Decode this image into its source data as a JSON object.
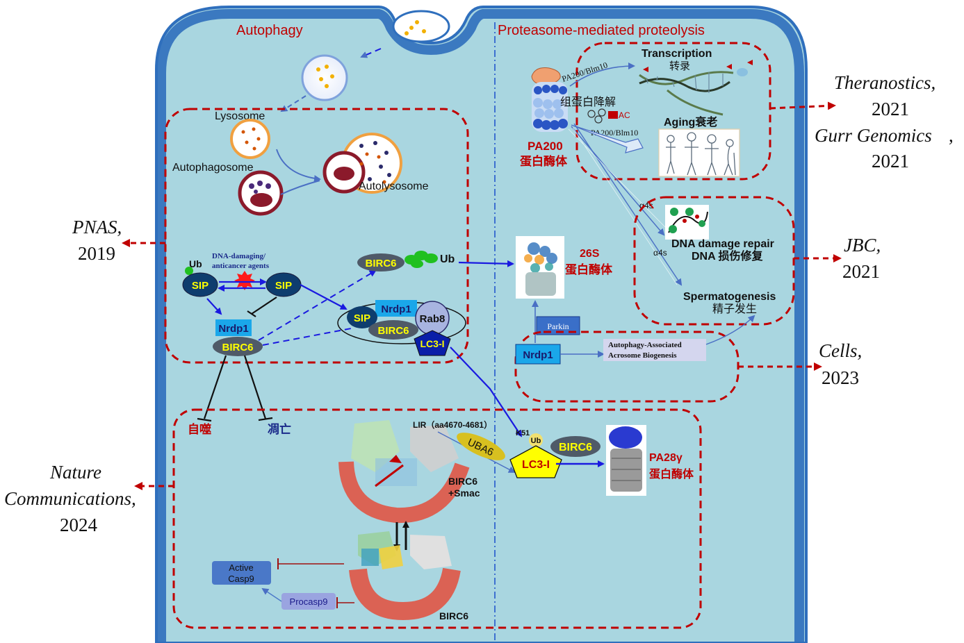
{
  "regions": {
    "autophagy": "Autophagy",
    "proteasome": "Proteasome-mediated proteolysis"
  },
  "autophagy_panel": {
    "lysosome": "Lysosome",
    "autophagosome": "Autophagosome",
    "autolysosome": "Autolysosome",
    "dna_agents": "DNA-damaging/",
    "dna_agents_2": "anticancer agents",
    "ub": "Ub",
    "sip": "SIP",
    "nrdp1": "Nrdp1",
    "birc6": "BIRC6",
    "rab8": "Rab8",
    "lc3": "LC3-I",
    "autophagy_cn": "自噬",
    "apoptosis_cn": "凋亡"
  },
  "proteasome_panel": {
    "pa200": "PA200",
    "pa200_cn": "蛋白酶体",
    "pa200_blm10_a": "PA200/Blm10",
    "pa200_blm10_b": "PA200/Blm10",
    "protein_deg_cn": "组蛋白降解",
    "ac": "AC",
    "transcription": "Transcription",
    "transcription_cn": "转录",
    "aging": "Aging衰老",
    "alpha4s_a": "α4s",
    "alpha4s_b": "α4s",
    "dna_repair": "DNA  damage repair",
    "dna_repair_cn": "DNA 损伤修复",
    "spermatogenesis": "Spermatogenesis",
    "spermatogenesis_cn": "精子发生",
    "p26s": "26S",
    "p26s_cn": "蛋白酶体",
    "parkin": "Parkin",
    "nrdp1": "Nrdp1",
    "acrosome_1": "Autophagy-Associated",
    "acrosome_2": "Acrosome Biogenesis"
  },
  "bottom_panel": {
    "lir": "LIR（aa4670-4681）",
    "uba6": "UBA6",
    "k51": "K51",
    "ub": "Ub",
    "lc3": "LC3-I",
    "birc6": "BIRC6",
    "pa28": "PA28γ",
    "pa28_cn": "蛋白酶体",
    "birc6_smac_1": "BIRC6",
    "birc6_smac_2": "+Smac",
    "birc6_bottom": "BIRC6",
    "active_casp9_1": "Active",
    "active_casp9_2": "Casp9",
    "procasp9": "Procasp9"
  },
  "citations": {
    "pnas_journal": "PNAS,",
    "pnas_year": "2019",
    "theranostics_journal": "Theranostics,",
    "theranostics_year": "2021",
    "gurr_journal": "Gurr Genomics",
    "gurr_comma": ",",
    "gurr_year": "2021",
    "jbc_journal": "JBC,",
    "jbc_year": "2021",
    "cells_journal": "Cells,",
    "cells_year": "2023",
    "nature_journal_1": "Nature",
    "nature_journal_2": "Communications,",
    "nature_year": "2024"
  },
  "colors": {
    "cell_fill": "#a9d6e0",
    "membrane": "#2f6fbd",
    "dashed_border": "#c00000",
    "arrow_blue": "#1a1ae0",
    "birc6_fill": "#4f5a68",
    "label_yellow": "#ffff00",
    "nrdp1_fill": "#1aa7ea"
  }
}
